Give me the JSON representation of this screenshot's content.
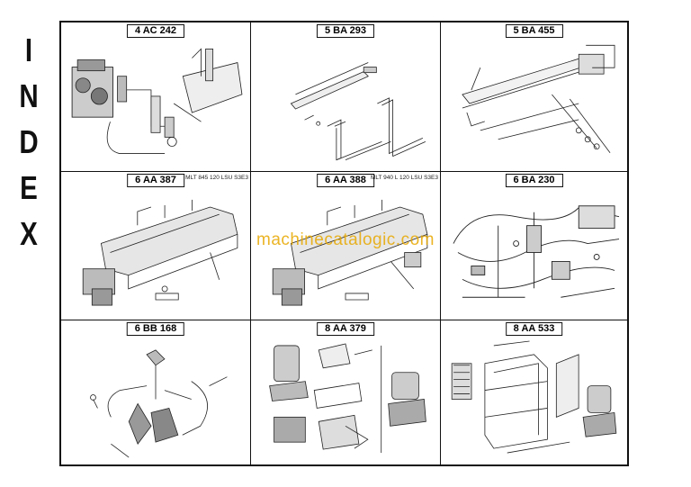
{
  "index_letters": [
    "I",
    "N",
    "D",
    "E",
    "X"
  ],
  "cells": [
    {
      "code": "4 AC 242",
      "model": "",
      "drawing": "engine-fuel-system"
    },
    {
      "code": "5 BA 293",
      "model": "",
      "drawing": "fork-carriage"
    },
    {
      "code": "5 BA 455",
      "model": "",
      "drawing": "boom-assembly"
    },
    {
      "code": "6 AA 387",
      "model": "MLT 845 120 LSU S3E3",
      "drawing": "chassis-frame"
    },
    {
      "code": "6 AA 388",
      "model": "MLT 940 L 120 LSU S3E3",
      "drawing": "chassis-frame"
    },
    {
      "code": "6 BA 230",
      "model": "",
      "drawing": "hydraulic-circuit"
    },
    {
      "code": "6 BB 168",
      "model": "",
      "drawing": "pedal-controls"
    },
    {
      "code": "8 AA 379",
      "model": "",
      "drawing": "operator-seat"
    },
    {
      "code": "8 AA 533",
      "model": "",
      "drawing": "cab-structure"
    }
  ],
  "watermark": "machinecatalogic.com"
}
